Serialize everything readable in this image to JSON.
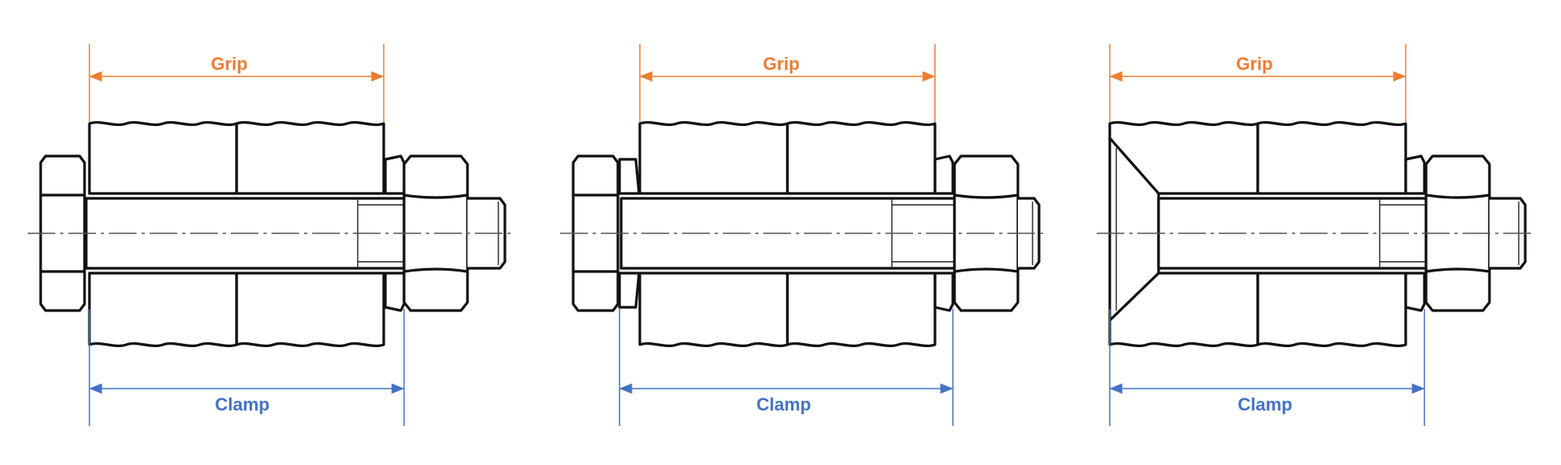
{
  "labels": {
    "grip": "Grip",
    "clamp": "Clamp"
  },
  "colors": {
    "grip": "#ED7D31",
    "clamp": "#4472C4",
    "outline": "#111111",
    "hatch": "#222222"
  },
  "figures": [
    {
      "variant": "plain-hole",
      "washer_under_head": false,
      "countersunk": false
    },
    {
      "variant": "washer-under-head",
      "washer_under_head": true,
      "countersunk": false
    },
    {
      "variant": "countersunk-hole",
      "washer_under_head": false,
      "countersunk": true
    }
  ]
}
